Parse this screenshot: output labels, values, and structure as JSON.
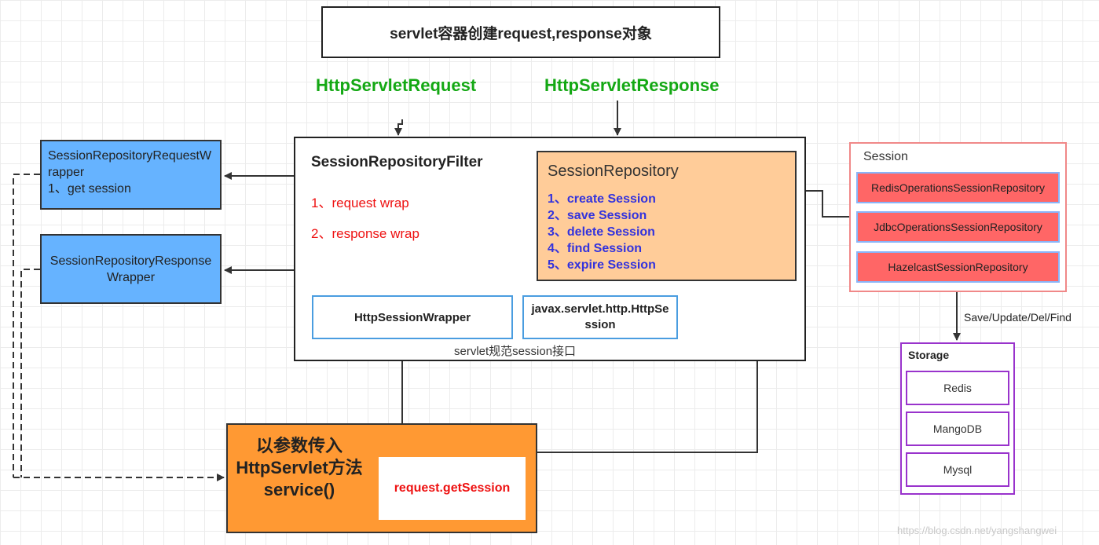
{
  "top_box": {
    "text": "servlet容器创建request,response对象"
  },
  "labels": {
    "http_request": "HttpServletRequest",
    "http_response": "HttpServletResponse"
  },
  "filter": {
    "title": "SessionRepositoryFilter",
    "steps": [
      "1、request wrap",
      "2、response wrap"
    ]
  },
  "repository": {
    "title": "SessionRepository",
    "ops": [
      "1、create Session",
      "2、save Session",
      "3、delete Session",
      "4、find Session",
      "5、expire Session"
    ]
  },
  "http_session_wrapper": "HttpSessionWrapper",
  "javax_session": "javax.servlet.http.HttpSession",
  "servlet_spec_label": "servlet规范session接口",
  "request_wrapper": {
    "name": "SessionRepositoryRequestWrapper",
    "action": "1、get session"
  },
  "response_wrapper": {
    "name": "SessionRepositoryResponseWrapper"
  },
  "session_group": {
    "title": "Session",
    "implementations": [
      "RedisOperationsSessionRepository",
      "JdbcOperationsSessionRepository",
      "HazelcastSessionRepository"
    ]
  },
  "storage_edge_label": "Save/Update/Del/Find",
  "storage": {
    "title": "Storage",
    "items": [
      "Redis",
      "MangoDB",
      "Mysql"
    ]
  },
  "service": {
    "label": "以参数传入HttpServlet方法service()",
    "call": "request.getSession"
  },
  "watermark": "https://blog.csdn.net/yangshangwei",
  "colors": {
    "green_label": "#14a814",
    "red_text": "#ee1111",
    "blue_text": "#3333dd",
    "wrapper_fill": "#66b3ff",
    "repository_fill": "#ffcc99",
    "impl_fill": "#ff6666",
    "storage_border": "#9933cc",
    "service_fill": "#ff9933"
  }
}
